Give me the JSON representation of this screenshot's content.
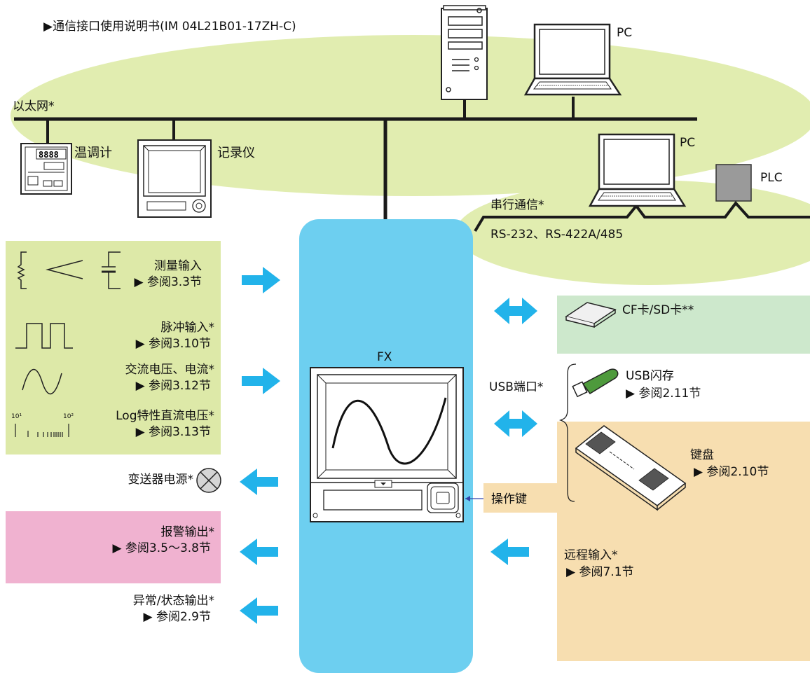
{
  "header": {
    "manual_ref": "▶通信接口使用说明书(IM 04L21B01-17ZH-C)"
  },
  "network": {
    "ethernet": "以太网*",
    "serial": "串行通信*",
    "serial_std": "RS-232、RS-422A/485",
    "pc1": "PC",
    "pc2": "PC",
    "plc": "PLC",
    "temp_controller": "温调计",
    "recorder": "记录仪"
  },
  "device": {
    "name": "FX",
    "op_keys": "操作键"
  },
  "inputs": {
    "measure": {
      "title": "测量输入",
      "ref": "▶ 参阅3.3节"
    },
    "pulse": {
      "title": "脉冲输入*",
      "ref": "▶  参阅3.10节"
    },
    "ac": {
      "title": "交流电压、电流*",
      "ref": "▶  参阅3.12节"
    },
    "log": {
      "title": "Log特性直流电压*",
      "ref": "▶  参阅3.13节"
    },
    "log_tick_left": "10¹",
    "log_tick_right": "10²"
  },
  "transmitter": {
    "label": "变送器电源*"
  },
  "outputs": {
    "alarm": {
      "title": "报警输出*",
      "ref": "▶  参阅3.5～3.8节"
    },
    "status": {
      "title": "异常/状态输出*",
      "ref": "▶  参阅2.9节"
    }
  },
  "media": {
    "card": "CF卡/SD卡**"
  },
  "usb": {
    "port": "USB端口*",
    "flash": "USB闪存",
    "flash_ref": "▶  参阅2.11节",
    "keyboard": "键盘",
    "keyboard_ref": "▶  参阅2.10节"
  },
  "remote": {
    "title": "远程输入*",
    "ref": "▶ 参阅7.1节"
  },
  "colors": {
    "network_ellipse": "#e1edb0",
    "fx_column": "#6dcff0",
    "input_panel": "#dde9a8",
    "output_panel": "#f0b2d0",
    "media_panel": "#cde8cc",
    "usb_panel": "#f7deb0",
    "arrow": "#22b3ea"
  }
}
